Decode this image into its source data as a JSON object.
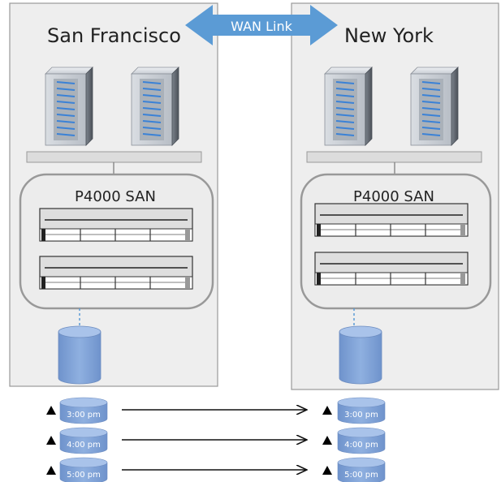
{
  "sites": [
    {
      "name": "San Francisco",
      "san_label": "P4000 SAN"
    },
    {
      "name": "New York",
      "san_label": "P4000 SAN"
    }
  ],
  "wan_link": {
    "label": "WAN Link"
  },
  "snapshots": [
    {
      "time": "3:00 pm"
    },
    {
      "time": "4:00 pm"
    },
    {
      "time": "5:00 pm"
    }
  ],
  "colors": {
    "site_panel": "#eeeeee",
    "panel_border": "#999999",
    "wan_arrow": "#5b9bd5",
    "volume": "#7a9fd6",
    "volume_top": "#a9c3ea",
    "server_blue": "#3b82d6"
  }
}
